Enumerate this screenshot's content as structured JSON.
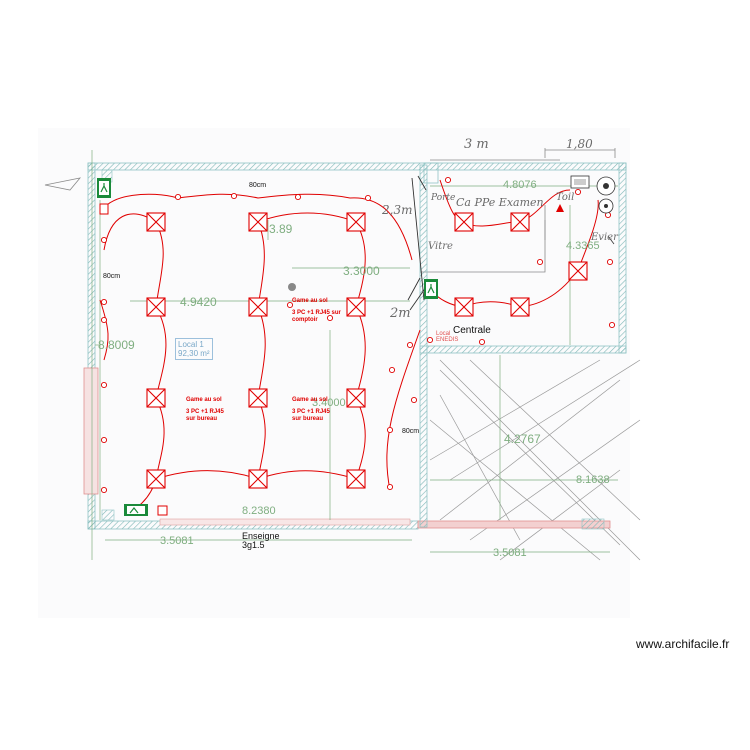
{
  "dimensions": {
    "d_4_8076": "4.8076",
    "d_4_3365": "4.3365",
    "d_3_3000": "3.3000",
    "d_4_9420": "4.9420",
    "d_8_8009": "8.8009",
    "d_4_2767": "4.2767",
    "d_8_1638": "8.1638",
    "d_8_2380": "8.2380",
    "d_3_5081_left": "3.5081",
    "d_3_5081_right": "3.5081",
    "d_3_4000": "3.4000",
    "d_3_89": "3.89"
  },
  "spacing_labels": {
    "top": "80cm",
    "left": "80cm",
    "right": "80cm"
  },
  "handwritten": {
    "top_3m": "3 m",
    "top_180": "1,80",
    "porte": "Porte",
    "examen": "Ca PPe Examen",
    "vitre": "Vitre",
    "toil": "Toil",
    "evier": "Evier",
    "h_23m": "2,3m",
    "h_2m": "2m"
  },
  "annotations": {
    "centrale": "Centrale",
    "enseigne": "Enseigne",
    "enseigne_cable": "3g1.5",
    "local_name": "Local 1",
    "local_area": "92,30 m²",
    "enedis": "Local ENEDIS",
    "goulotte_1_title": "Game au sol",
    "goulotte_1_text": "3 PC +1 RJ45 sur comptoir",
    "goulotte_2_title": "Game au sol",
    "goulotte_2_text": "3 PC +1 RJ45 sur bureau",
    "goulotte_3_title": "Game au sol",
    "goulotte_3_text": "3 PC +1 RJ45 sur bureau"
  },
  "icons": [
    "emergency-exit-icon",
    "ceiling-light-icon",
    "socket-icon",
    "electrical-panel-icon",
    "smoke-detector-icon"
  ],
  "colors": {
    "wall": "#8fc4c4",
    "circuit": "#e00000",
    "dimension": "#7fae80",
    "exit": "#1a8a3a"
  },
  "watermark": "www.archifacile.fr"
}
